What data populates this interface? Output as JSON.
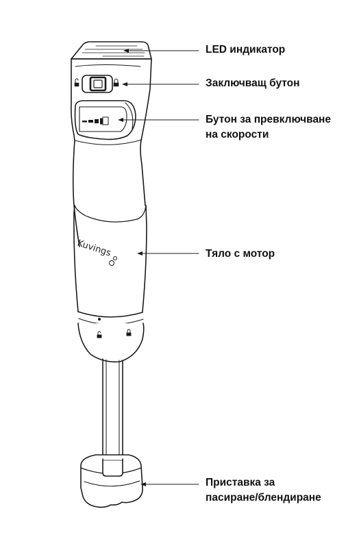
{
  "labels": {
    "led": "LED индикатор",
    "lock": "Заключващ бутон",
    "speed_line1": "Бутон за превключване",
    "speed_line2": "на скорости",
    "body": "Тяло с мотор",
    "attach_line1": "Приставка за",
    "attach_line2": "пасиране/блендиране"
  },
  "brand": "Kuvings",
  "colors": {
    "line": "#1a1a1a",
    "background": "#ffffff"
  }
}
